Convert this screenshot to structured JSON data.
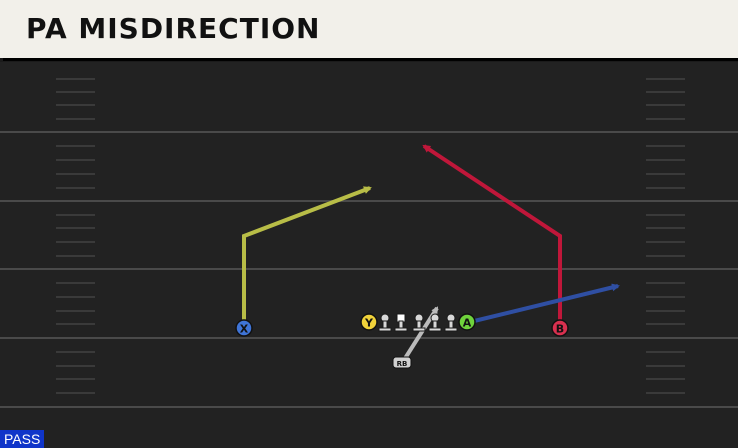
{
  "play": {
    "title": "PA MISDIRECTION",
    "mode": "PASS"
  },
  "players": {
    "x": "X",
    "y": "Y",
    "a": "A",
    "b": "B",
    "rb": "RB"
  },
  "icons": {
    "x": "receiver-circle-icon",
    "y": "receiver-circle-icon",
    "a": "receiver-circle-icon",
    "b": "receiver-circle-icon",
    "rb": "running-back-icon",
    "linemen": "blocker-icon"
  },
  "colors": {
    "x_route": "#b8bd47",
    "b_route": "#c0173a",
    "a_route": "#2f4fa3",
    "rb_route": "#bbbbbb",
    "x_circle": "#3f74d6",
    "y_circle": "#f0d23a",
    "a_circle": "#6fd23c",
    "b_circle": "#d9304f",
    "field": "#222222",
    "title_bg": "#f2f0ea",
    "mode_bg": "#1035c9"
  }
}
